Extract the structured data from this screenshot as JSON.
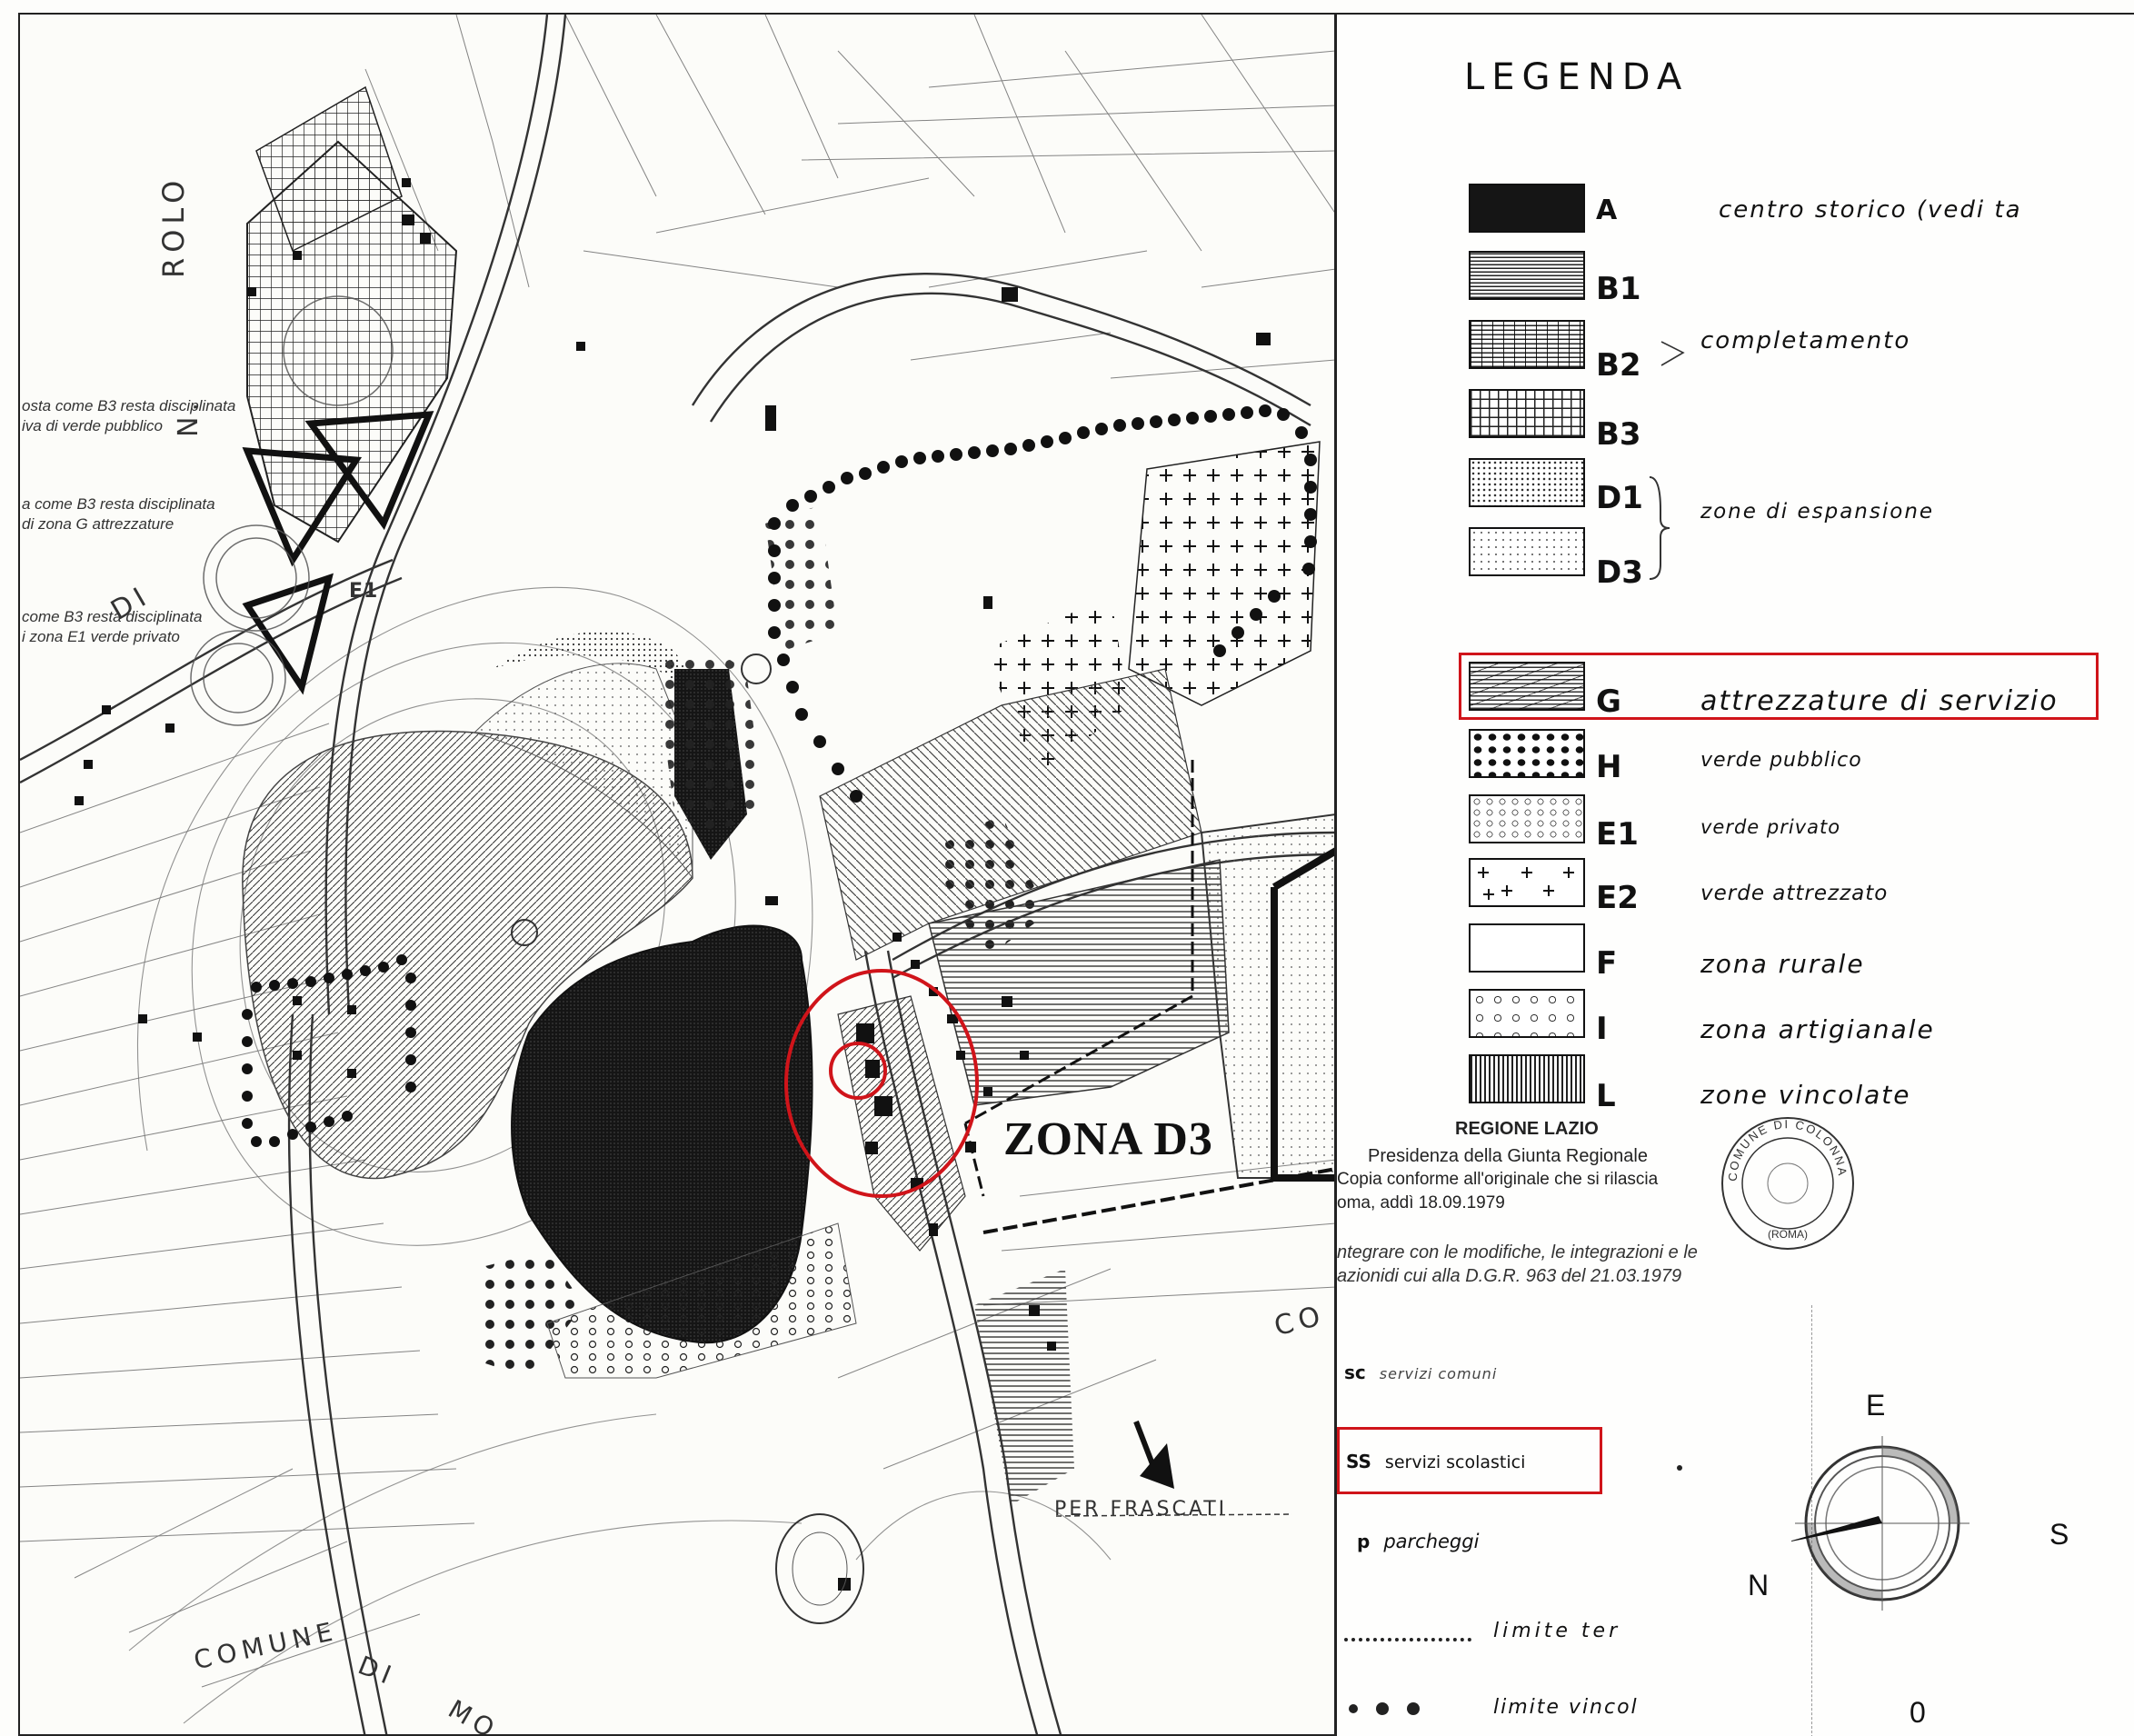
{
  "map": {
    "notes": [
      "osta come B3 resta disciplinata",
      "iva di verde pubblico",
      "a come B3 resta disciplinata",
      "di zona G  attrezzature",
      "come B3 resta disciplinata",
      "i zona E1 verde privato"
    ],
    "labels": {
      "zona_d3": "ZONA D3",
      "frascati": "PER FRASCATI",
      "comune": "COMUNE",
      "di_bottom": "DI",
      "mo": "MO",
      "co": "CO",
      "rolo": "ROLO",
      "n": "N.",
      "di_left": "DI",
      "e1": "E1",
      "stamp_text": "COMUNE DI COLONNA"
    },
    "highlight_color": "#d0141a"
  },
  "legend": {
    "title": "LEGENDA",
    "items": [
      {
        "code": "A",
        "label": "centro storico   (vedi ta"
      },
      {
        "code": "B1",
        "label": ""
      },
      {
        "code": "B2",
        "label": "completamento"
      },
      {
        "code": "B3",
        "label": ""
      },
      {
        "code": "D1",
        "label": "zone di espansione"
      },
      {
        "code": "D3",
        "label": ""
      },
      {
        "code": "G",
        "label": "attrezzature di servizio"
      },
      {
        "code": "H",
        "label": "verde pubblico"
      },
      {
        "code": "E1",
        "label": "verde privato"
      },
      {
        "code": "E2",
        "label": "verde attrezzato"
      },
      {
        "code": "F",
        "label": "zona rurale"
      },
      {
        "code": "I",
        "label": "zona artigianale"
      },
      {
        "code": "L",
        "label": "zone vincolate"
      }
    ],
    "region": {
      "name": "REGIONE LAZIO",
      "line1": "Presidenza della Giunta Regionale",
      "line2": "Copia conforme all'originale che si rilascia",
      "line3": "oma, addì 18.09.1979",
      "line4": "ntegrare con le modifiche, le integrazioni e le",
      "line5": "azionidi cui alla D.G.R. 963 del 21.03.1979",
      "stamp_top": "COMUNE DI COLONNA",
      "stamp_bottom": "(ROMA)"
    },
    "services": [
      {
        "code": "sc",
        "label": "servizi comuni"
      },
      {
        "code": "SS",
        "label": "servizi scolastici"
      },
      {
        "code": "p",
        "label": "parcheggi"
      }
    ],
    "limits": [
      {
        "label": "limite ter"
      },
      {
        "label": "limite vincol"
      }
    ],
    "compass": {
      "e": "E",
      "s": "S",
      "n": "N",
      "o": "0"
    }
  }
}
